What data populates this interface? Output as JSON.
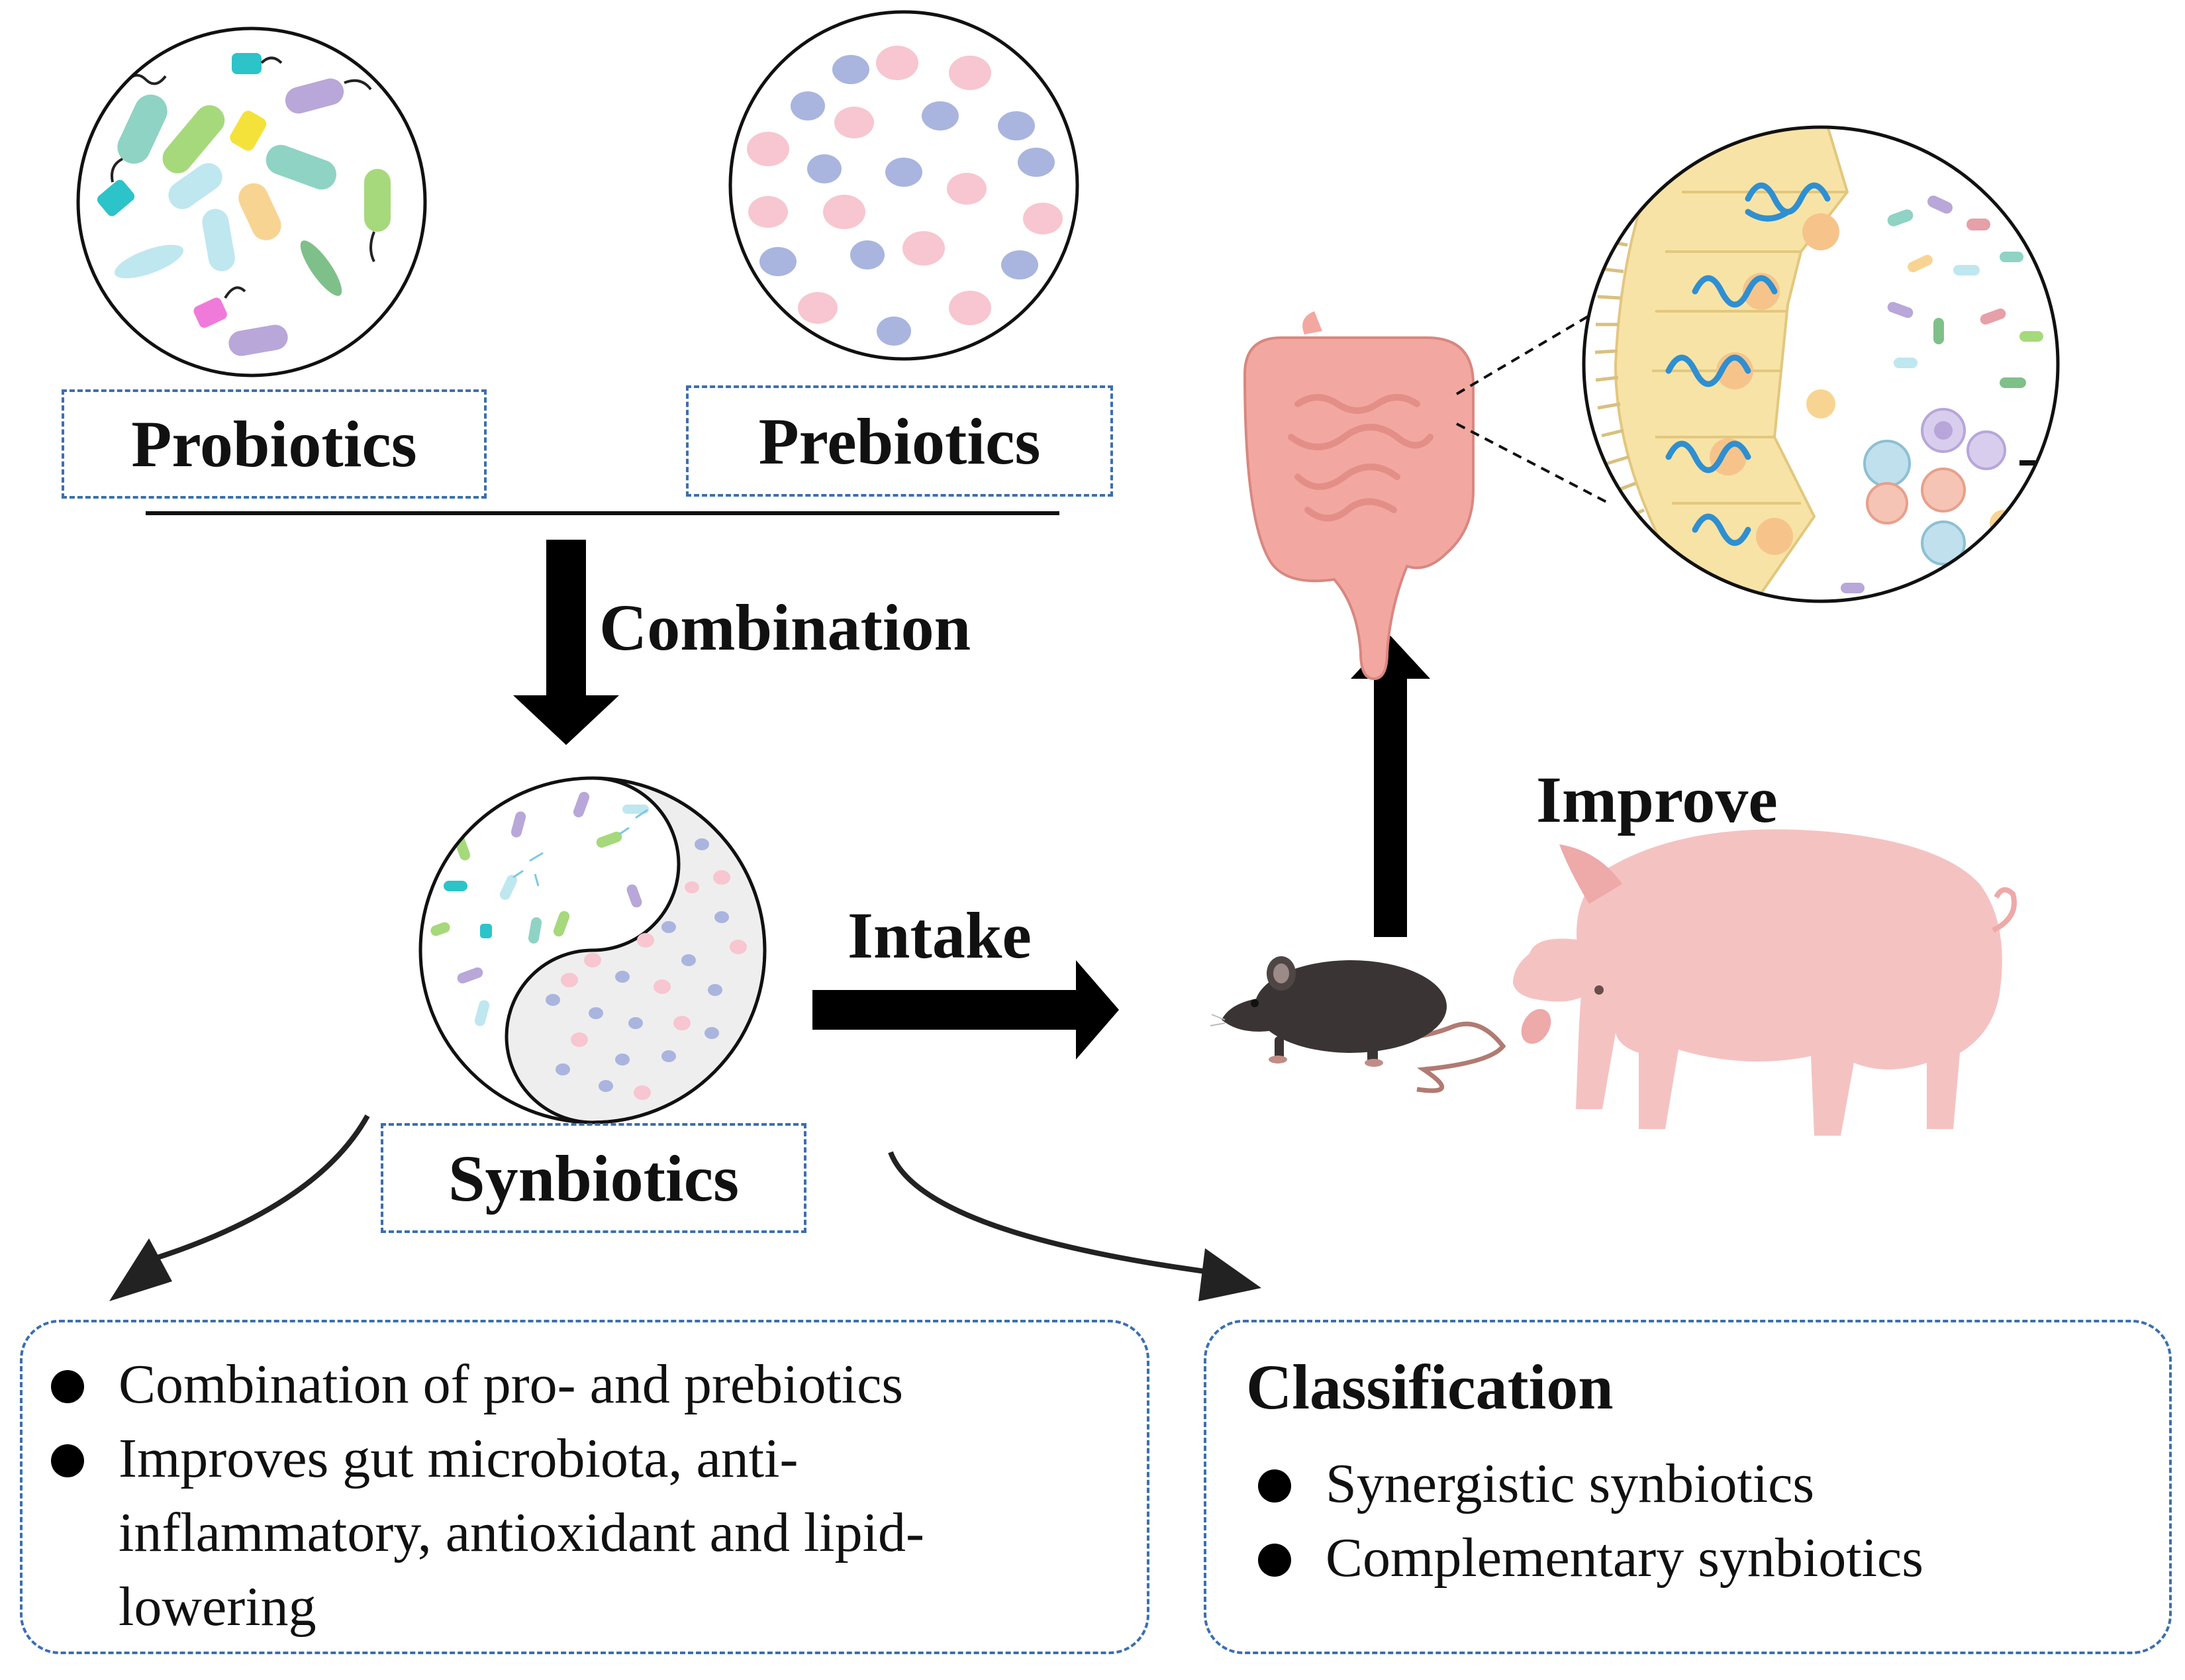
{
  "labels": {
    "probiotics": "Probiotics",
    "prebiotics": "Prebiotics",
    "combination": "Combination",
    "synbiotics": "Synbiotics",
    "intake": "Intake",
    "improve": "Improve"
  },
  "definition_box": {
    "items": [
      "Combination of pro- and prebiotics",
      "Improves gut microbiota, anti-inflammatory, antioxidant and lipid-lowering"
    ]
  },
  "classification_box": {
    "title": "Classification",
    "items": [
      "Synergistic synbiotics",
      "Complementary synbiotics"
    ]
  },
  "colors": {
    "box_border": "#3a6fb0",
    "arrow": "#000000",
    "pink_dot": "#f7c6d0",
    "blue_dot": "#a9b5de",
    "gut": "#f2a8a0",
    "pig": "#f5c2c2",
    "mouse": "#3a3534",
    "epithelium": "#f8e3a6",
    "villus_blue": "#2f8fd0"
  },
  "icons": [
    "bacteria-icon",
    "prebiotic-fiber-icon",
    "yin-yang-icon",
    "mouse-icon",
    "pig-icon",
    "intestine-icon",
    "gut-epithelium-icon"
  ]
}
